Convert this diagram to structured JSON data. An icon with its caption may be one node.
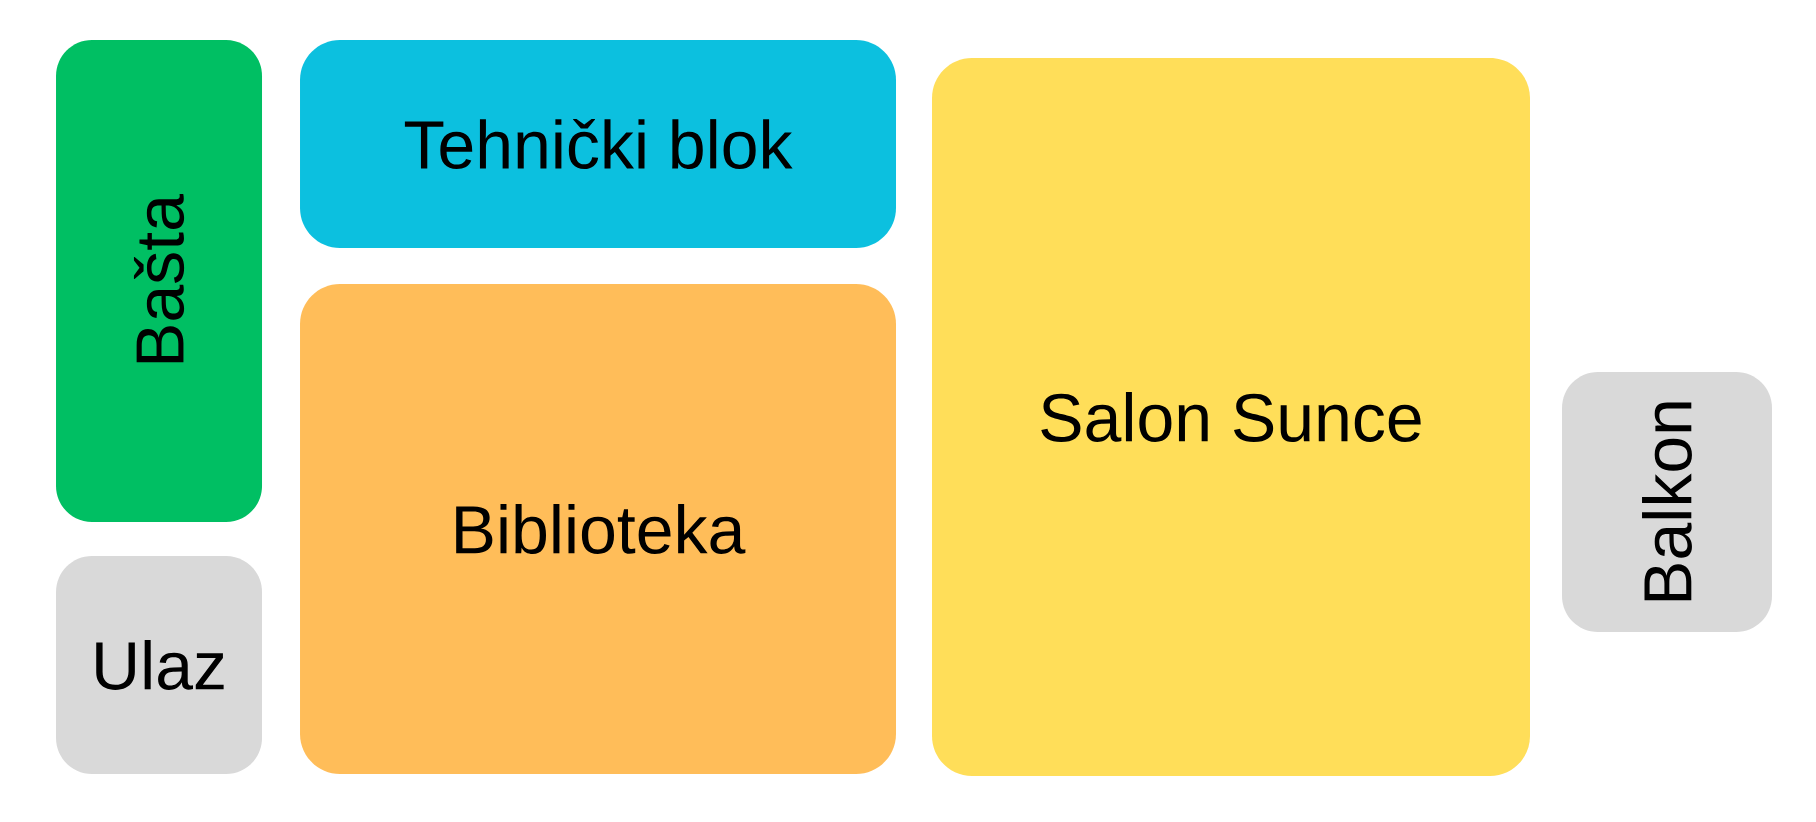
{
  "diagram": {
    "nodes": [
      {
        "text": [
          "Bašta"
        ]
      },
      {
        "text": [
          "Ulaz"
        ]
      },
      {
        "text": [
          "Tehnički blok"
        ]
      },
      {
        "text": [
          "Biblioteka"
        ]
      },
      {
        "text": [
          "Salon Sunce"
        ]
      },
      {
        "text": [
          "Balkon"
        ]
      }
    ]
  }
}
